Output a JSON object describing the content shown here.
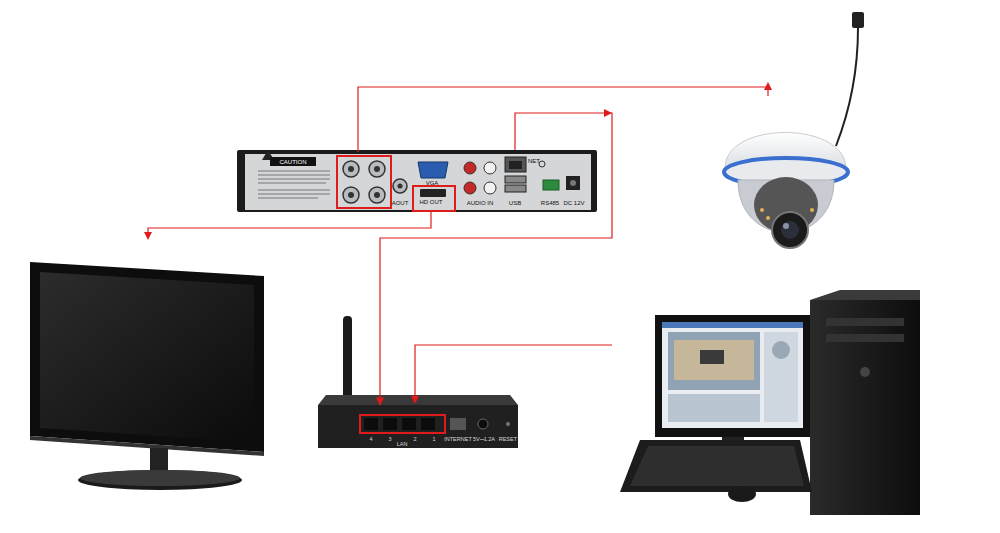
{
  "diagram": {
    "nodes": [
      {
        "text": [
          "CAUTION",
          "AOUT",
          "VGA",
          "HD OUT",
          "AUDIO IN",
          "NET",
          "USB",
          "RS485",
          "DC 12V"
        ]
      },
      {
        "text": [
          "4",
          "3",
          "LAN",
          "2",
          "1",
          "INTERNET",
          "5V⎓1.2A",
          "RESET"
        ]
      }
    ],
    "edges": [
      {
        "from": 0,
        "to": 1,
        "arrow": "to"
      }
    ]
  }
}
